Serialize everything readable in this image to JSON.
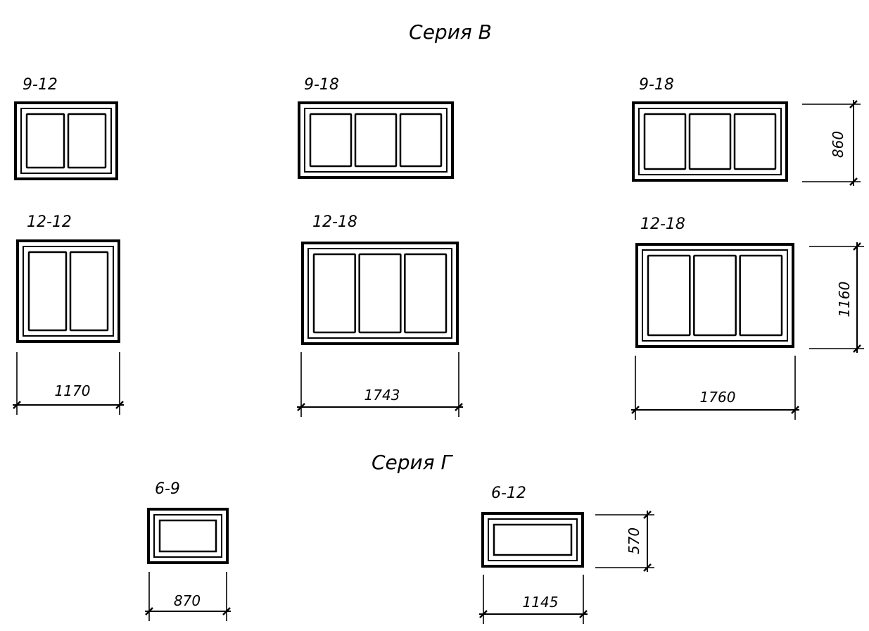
{
  "series_b": {
    "title": "Серия В",
    "windows": [
      {
        "label": "9-12",
        "panes": 2
      },
      {
        "label": "9-18",
        "panes": 3
      },
      {
        "label": "9-18",
        "panes": 3
      },
      {
        "label": "12-12",
        "panes": 2
      },
      {
        "label": "12-18",
        "panes": 3
      },
      {
        "label": "12-18",
        "panes": 3
      }
    ],
    "dims": {
      "width_1": "1170",
      "width_2": "1743",
      "width_3": "1760",
      "height_1": "860",
      "height_2": "1160"
    }
  },
  "series_g": {
    "title": "Серия Г",
    "windows": [
      {
        "label": "6-9",
        "panes": 1
      },
      {
        "label": "6-12",
        "panes": 1
      }
    ],
    "dims": {
      "width_1": "870",
      "width_2": "1145",
      "height_1": "570"
    }
  }
}
